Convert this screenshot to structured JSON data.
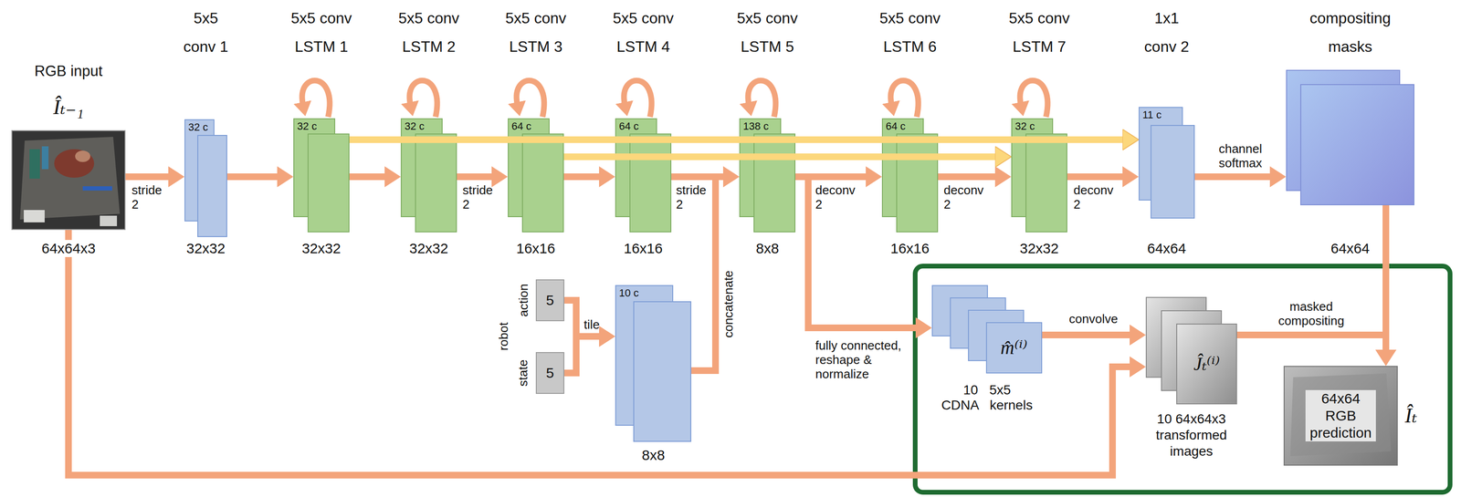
{
  "diagram": {
    "nodes": [
      {
        "text": [
          "RGB input",
          "Îₜ₋₁",
          "64x64x3"
        ]
      },
      {
        "text": [
          "5x5 conv 1",
          "32 c",
          "32x32"
        ]
      },
      {
        "text": [
          "5x5 conv LSTM 1",
          "32 c",
          "32x32"
        ]
      },
      {
        "text": [
          "5x5 conv LSTM 2",
          "32 c",
          "32x32"
        ]
      },
      {
        "text": [
          "5x5 conv LSTM 3",
          "64 c",
          "16x16"
        ]
      },
      {
        "text": [
          "5x5 conv LSTM 4",
          "64 c",
          "16x16"
        ]
      },
      {
        "text": [
          "5x5 conv LSTM 5",
          "138 c",
          "8x8"
        ]
      },
      {
        "text": [
          "5x5 conv LSTM 6",
          "64 c",
          "16x16"
        ]
      },
      {
        "text": [
          "5x5 conv LSTM 7",
          "32 c",
          "32x32"
        ]
      },
      {
        "text": [
          "1x1 conv 2",
          "11 c",
          "64x64"
        ]
      },
      {
        "text": [
          "compositing masks",
          "64x64"
        ]
      },
      {
        "text": [
          "action",
          "5"
        ]
      },
      {
        "text": [
          "state",
          "5"
        ]
      },
      {
        "text": [
          "10 c",
          "8x8"
        ]
      },
      {
        "text": [
          "m̂⁽ⁱ⁾",
          "10 5x5 CDNA kernels"
        ]
      },
      {
        "text": [
          "Ĵₜ⁽ⁱ⁾",
          "10 64x64x3 transformed images"
        ]
      },
      {
        "text": [
          "64x64 RGB prediction",
          "Îₜ"
        ]
      }
    ],
    "edges": [
      {
        "from": 0,
        "to": 1,
        "arrow": "to",
        "label": "stride 2"
      },
      {
        "from": 1,
        "to": 2,
        "arrow": "to"
      },
      {
        "from": 2,
        "to": 3,
        "arrow": "to"
      },
      {
        "from": 3,
        "to": 4,
        "arrow": "to",
        "label": "stride 2"
      },
      {
        "from": 4,
        "to": 5,
        "arrow": "to"
      },
      {
        "from": 5,
        "to": 6,
        "arrow": "to",
        "label": "stride 2"
      },
      {
        "from": 6,
        "to": 7,
        "arrow": "to",
        "label": "deconv 2"
      },
      {
        "from": 7,
        "to": 8,
        "arrow": "to",
        "label": "deconv 2"
      },
      {
        "from": 8,
        "to": 9,
        "arrow": "to",
        "label": "deconv 2"
      },
      {
        "from": 9,
        "to": 10,
        "arrow": "to",
        "label": "channel softmax"
      },
      {
        "from": 2,
        "to": 9,
        "arrow": "to"
      },
      {
        "from": 4,
        "to": 8,
        "arrow": "to"
      },
      {
        "from": 11,
        "to": 13,
        "arrow": "to",
        "label": "tile"
      },
      {
        "from": 12,
        "to": 13,
        "arrow": "to"
      },
      {
        "from": 13,
        "to": 6,
        "arrow": "to",
        "label": "concatenate"
      },
      {
        "from": 6,
        "to": 14,
        "arrow": "to",
        "label": "fully connected, reshape & normalize"
      },
      {
        "from": 14,
        "to": 15,
        "arrow": "to",
        "label": "convolve"
      },
      {
        "from": 0,
        "to": 15,
        "arrow": "to"
      },
      {
        "from": 15,
        "to": 16,
        "arrow": "to",
        "label": "masked compositing"
      },
      {
        "from": 10,
        "to": 16,
        "arrow": "to"
      }
    ],
    "labels": [
      "robot"
    ]
  }
}
